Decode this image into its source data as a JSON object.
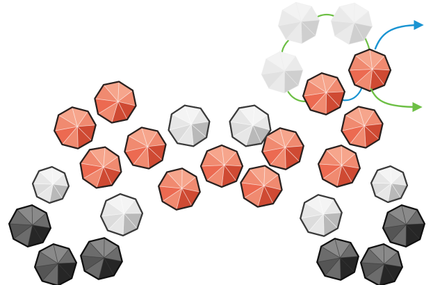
{
  "palette": {
    "red": {
      "base": "#ec6a51",
      "light": "#f6a58c",
      "mid": "#f08a70",
      "dark": "#cf4a33",
      "edge": "#2a211f"
    },
    "white": {
      "base": "#dcdcdc",
      "light": "#f4f4f4",
      "mid": "#e7e7e7",
      "dark": "#b9b9b9",
      "edge": "#3a3a3a"
    },
    "black": {
      "base": "#555555",
      "light": "#8a8a8a",
      "mid": "#6c6c6c",
      "dark": "#262626",
      "edge": "#111111"
    },
    "ghost": {
      "base": "#e1e1e1",
      "light": "#f3f3f3",
      "mid": "#eaeaea",
      "dark": "#cfcfcf",
      "edge": "#e1e1e1"
    },
    "path_green": "#6dbf45",
    "path_blue": "#1a94d2",
    "arrow_blue": "#1a94d2",
    "arrow_green": "#6dbf45"
  },
  "diagram": {
    "type": "crystal-arch-with-pathway-inset",
    "gems": [
      {
        "color": "red",
        "variant": "left-arch"
      },
      {
        "color": "red",
        "variant": "left-arch"
      },
      {
        "color": "red",
        "variant": "left-arch"
      },
      {
        "color": "red",
        "variant": "left-arch"
      },
      {
        "color": "red",
        "variant": "left-arch"
      },
      {
        "color": "white",
        "variant": "left-arch"
      },
      {
        "color": "white",
        "variant": "left-arch"
      },
      {
        "color": "white",
        "variant": "left-arch"
      },
      {
        "color": "black",
        "variant": "left-arch"
      },
      {
        "color": "black",
        "variant": "left-arch"
      },
      {
        "color": "black",
        "variant": "left-arch"
      },
      {
        "color": "white",
        "variant": "center"
      },
      {
        "color": "red",
        "variant": "center"
      },
      {
        "color": "red",
        "variant": "center"
      },
      {
        "color": "red",
        "variant": "center"
      },
      {
        "color": "white",
        "variant": "center"
      },
      {
        "color": "red",
        "variant": "right-arch"
      },
      {
        "color": "red",
        "variant": "right-arch"
      },
      {
        "color": "red",
        "variant": "right-arch"
      },
      {
        "color": "red",
        "variant": "right-arch"
      },
      {
        "color": "white",
        "variant": "right-arch"
      },
      {
        "color": "white",
        "variant": "right-arch"
      },
      {
        "color": "black",
        "variant": "right-arch"
      },
      {
        "color": "black",
        "variant": "right-arch"
      },
      {
        "color": "black",
        "variant": "right-arch"
      },
      {
        "color": "ghost",
        "variant": "inset"
      },
      {
        "color": "ghost",
        "variant": "inset"
      },
      {
        "color": "ghost",
        "variant": "inset"
      },
      {
        "color": "red",
        "variant": "inset"
      }
    ],
    "arrows": [
      {
        "color": "blue",
        "direction": "right"
      },
      {
        "color": "green",
        "direction": "right"
      }
    ]
  }
}
